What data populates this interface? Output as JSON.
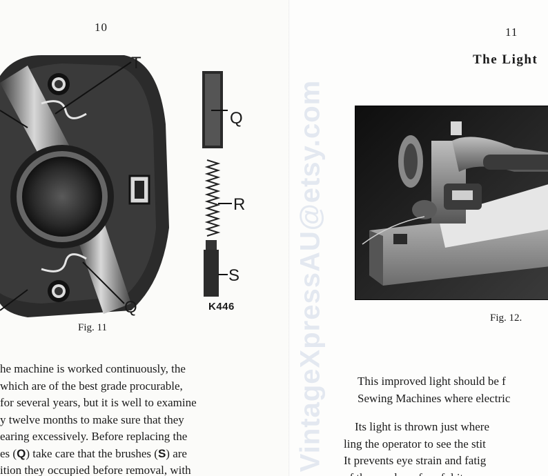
{
  "left_page": {
    "page_number": "10",
    "figure_caption": "Fig. 11",
    "part_labels": {
      "t": "T",
      "q_diagram": "Q",
      "q_part": "Q",
      "r": "R",
      "s": "S"
    },
    "figure_code": "K446",
    "paragraph_lines": [
      [
        "he machine is worked continuously, the"
      ],
      [
        "which are of the best grade procurable,"
      ],
      [
        "for several years, but it is well to examine"
      ],
      [
        "y twelve months to make sure that they"
      ],
      [
        "earing excessively.  Before replacing the"
      ],
      [
        "es (",
        "Q",
        ") take care that the brushes (",
        "S",
        ") are"
      ],
      [
        "ition they occupied before removal, with"
      ]
    ]
  },
  "right_page": {
    "page_number": "11",
    "heading": "The Light",
    "figure_caption": "Fig. 12.",
    "paragraph1_lines": [
      "This improved light should be f",
      "Sewing Machines where electric"
    ],
    "paragraph2_lines": [
      "Its light is thrown just where",
      "ling the operator to see the stit",
      "It prevents eye strain and fatig",
      "of the number of useful items"
    ]
  },
  "watermark": "VintageXpressAU@etsy.com"
}
